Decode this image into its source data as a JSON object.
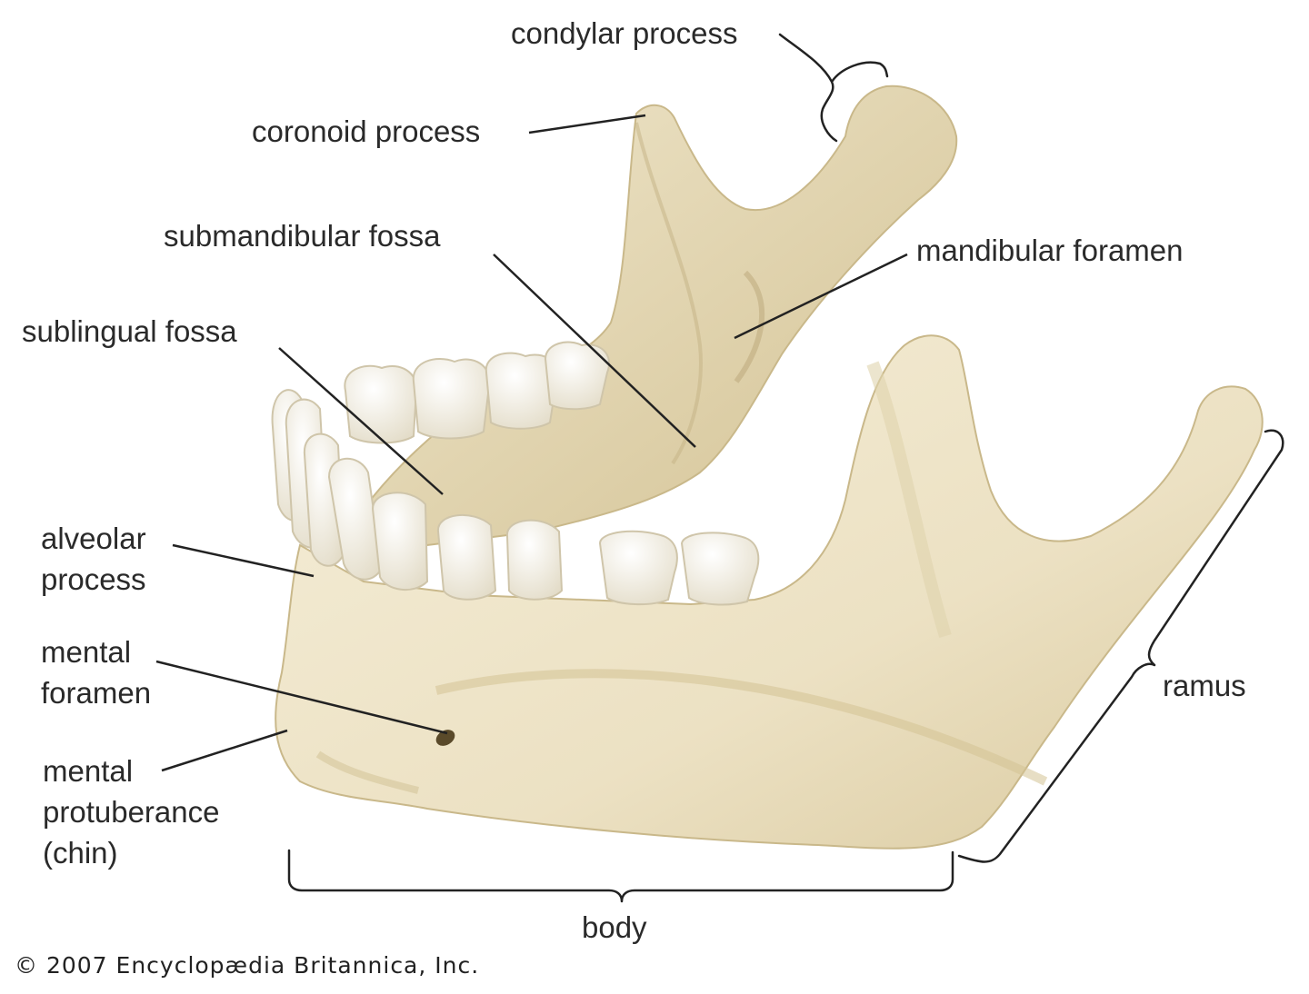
{
  "labels": {
    "condylar_process": "condylar process",
    "coronoid_process": "coronoid process",
    "submandibular_fossa": "submandibular fossa",
    "mandibular_foramen": "mandibular foramen",
    "sublingual_fossa": "sublingual fossa",
    "alveolar_process": [
      "alveolar",
      "process"
    ],
    "mental_foramen": [
      "mental",
      "foramen"
    ],
    "mental_protuberance": [
      "mental",
      "protuberance",
      "(chin)"
    ],
    "ramus": "ramus",
    "body": "body"
  },
  "credit": "© 2007 Encyclopædia Britannica, Inc.",
  "colors": {
    "bone": "#efe6cc",
    "bone_shadow": "#d8c9a0",
    "tooth": "#f7f3ea",
    "line": "#222222"
  }
}
